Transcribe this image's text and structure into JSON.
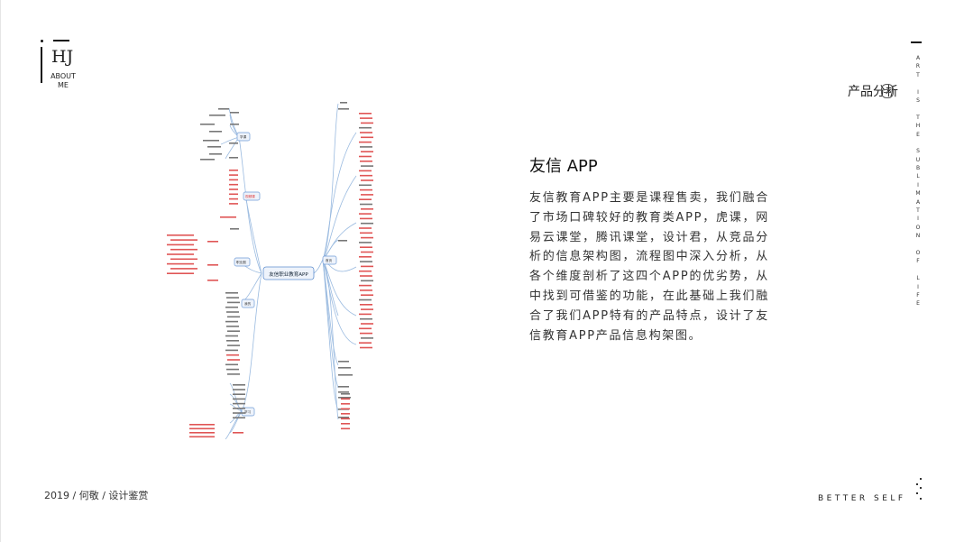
{
  "logo": {
    "mark": "HJ",
    "line1": "ABOUT",
    "line2": "ME"
  },
  "header": {
    "section_title": "产品分析"
  },
  "side_text": "ART IS THE SUBLIMATION OF LIFE",
  "content": {
    "title": "友信 APP",
    "paragraph": "友信教育APP主要是课程售卖，我们融合了市场口碑较好的教育类APP，虎课，网易云课堂，腾讯课堂，设计君，从竞品分析的信息架构图，流程图中深入分析，从各个维度剖析了这四个APP的优劣势，从中找到可借鉴的功能，在此基础上我们融合了我们APP特有的产品特点，设计了友信教育APP产品信息构架图。"
  },
  "mindmap": {
    "center": "友信职业教育APP",
    "branches": [
      {
        "label": "学课"
      },
      {
        "label": "视频课"
      },
      {
        "label": "职业圈"
      },
      {
        "label": "我的"
      },
      {
        "label": "学习"
      },
      {
        "label": "首页"
      }
    ]
  },
  "footer": {
    "left": "2019 / 何敬 / 设计鉴赏",
    "right": "BETTER SELF"
  },
  "colors": {
    "accent": "#e03b3b",
    "line": "#7fa8d8",
    "text": "#222222"
  }
}
